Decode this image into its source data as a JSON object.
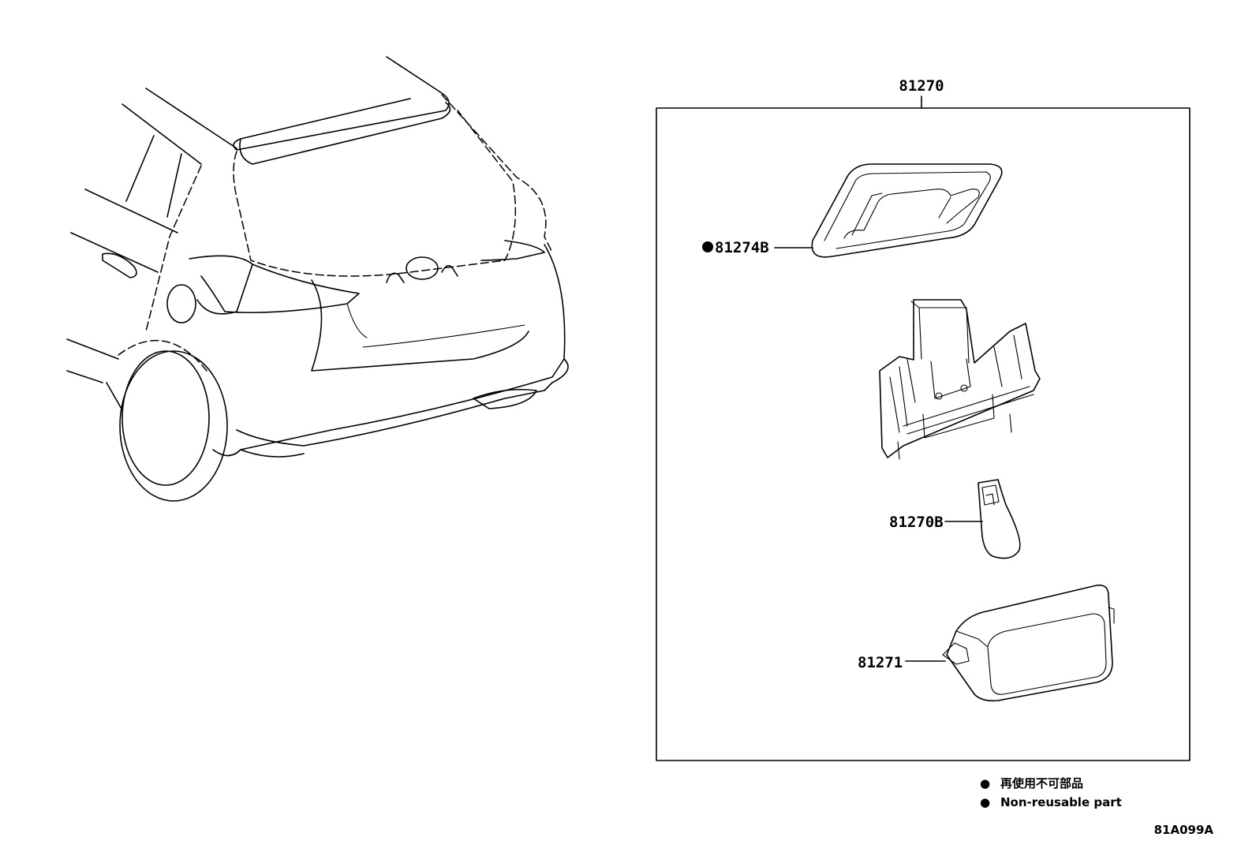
{
  "diagram": {
    "assembly": {
      "part_number": "81270"
    },
    "parts": [
      {
        "part_number": "81274B",
        "non_reusable": true,
        "depicts": "gasket"
      },
      {
        "part_number": "81270B",
        "non_reusable": false,
        "depicts": "bulb"
      },
      {
        "part_number": "81271",
        "non_reusable": false,
        "depicts": "lens"
      }
    ],
    "legend": {
      "items": [
        {
          "marker": "●",
          "text": "再使用不可部品"
        },
        {
          "marker": "●",
          "text": "Non-reusable part"
        }
      ]
    },
    "figure_code": "81A099A"
  }
}
